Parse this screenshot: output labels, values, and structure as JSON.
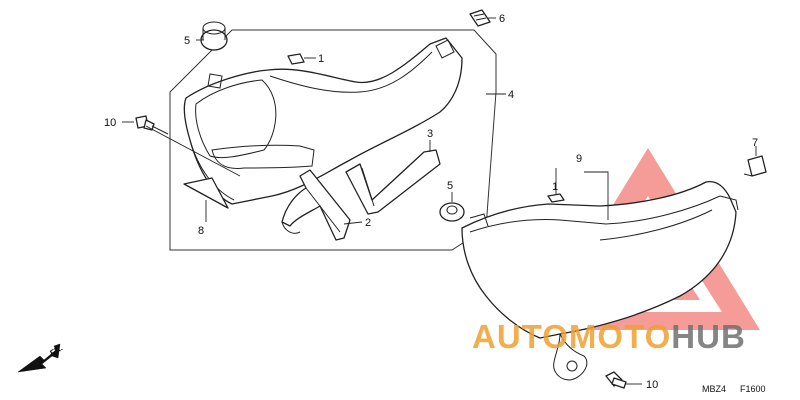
{
  "callouts": [
    {
      "id": "1",
      "label": "1"
    },
    {
      "id": "1b",
      "label": "1"
    },
    {
      "id": "2",
      "label": "2"
    },
    {
      "id": "3",
      "label": "3"
    },
    {
      "id": "4",
      "label": "4"
    },
    {
      "id": "5",
      "label": "5"
    },
    {
      "id": "5b",
      "label": "5"
    },
    {
      "id": "6",
      "label": "6"
    },
    {
      "id": "7",
      "label": "7"
    },
    {
      "id": "8",
      "label": "8"
    },
    {
      "id": "9",
      "label": "9"
    },
    {
      "id": "10",
      "label": "10"
    },
    {
      "id": "10b",
      "label": "10"
    }
  ],
  "direction_label": "FR.",
  "diagram_code": "MBZ4",
  "figure_code": "F1600",
  "watermark": {
    "part1": "AUTO",
    "part2": "MOTO",
    "part3": "HUB",
    "color_orange": "#f0a030",
    "color_grey": "#707070",
    "color_red": "#e8433a"
  }
}
